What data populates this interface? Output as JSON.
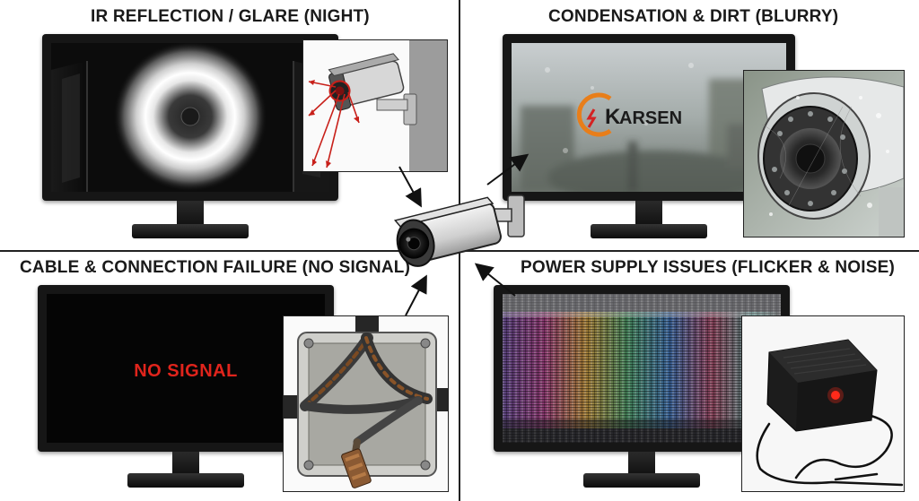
{
  "panels": {
    "ir": {
      "title": "IR REFLECTION / GLARE (NIGHT)"
    },
    "condensation": {
      "title": "CONDENSATION & DIRT (BLURRY)",
      "logo_text": "ARSEN",
      "logo_initial": "K"
    },
    "cable": {
      "title": "CABLE & CONNECTION FAILURE (NO SIGNAL)",
      "screen_text": "NO SIGNAL"
    },
    "power": {
      "title": "POWER SUPPLY ISSUES (FLICKER & NOISE)"
    }
  },
  "colors": {
    "no_signal_red": "#e0241c",
    "led_red": "#ff2a1a",
    "ir_arrow_red": "#c8201a"
  }
}
